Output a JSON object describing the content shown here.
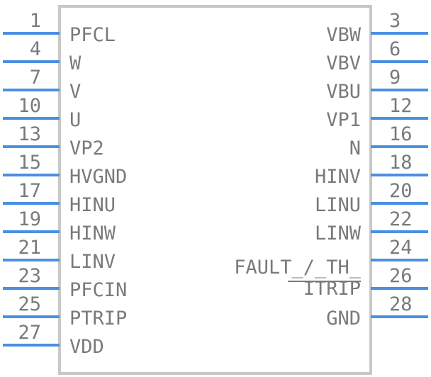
{
  "colors": {
    "pin_line": "#4a90e2",
    "body_outline": "#c8c8c8",
    "text": "#7a7a7a",
    "background": "#ffffff"
  },
  "left_pins": [
    {
      "number": "1",
      "name": "PFCL"
    },
    {
      "number": "4",
      "name": "W"
    },
    {
      "number": "7",
      "name": "V"
    },
    {
      "number": "10",
      "name": "U"
    },
    {
      "number": "13",
      "name": "VP2"
    },
    {
      "number": "15",
      "name": "HVGND"
    },
    {
      "number": "17",
      "name": "HINU"
    },
    {
      "number": "19",
      "name": "HINW"
    },
    {
      "number": "21",
      "name": "LINV"
    },
    {
      "number": "23",
      "name": "PFCIN"
    },
    {
      "number": "25",
      "name": "PTRIP"
    },
    {
      "number": "27",
      "name": "VDD"
    }
  ],
  "right_pins": [
    {
      "number": "3",
      "name": "VBW"
    },
    {
      "number": "6",
      "name": "VBV"
    },
    {
      "number": "9",
      "name": "VBU"
    },
    {
      "number": "12",
      "name": "VP1"
    },
    {
      "number": "16",
      "name": "N"
    },
    {
      "number": "18",
      "name": "HINV"
    },
    {
      "number": "20",
      "name": "LINU"
    },
    {
      "number": "22",
      "name": "LINW"
    },
    {
      "number": "24",
      "name": "FAULT_/_TH_"
    },
    {
      "number": "26",
      "name": "ITRIP"
    },
    {
      "number": "28",
      "name": "GND"
    }
  ]
}
